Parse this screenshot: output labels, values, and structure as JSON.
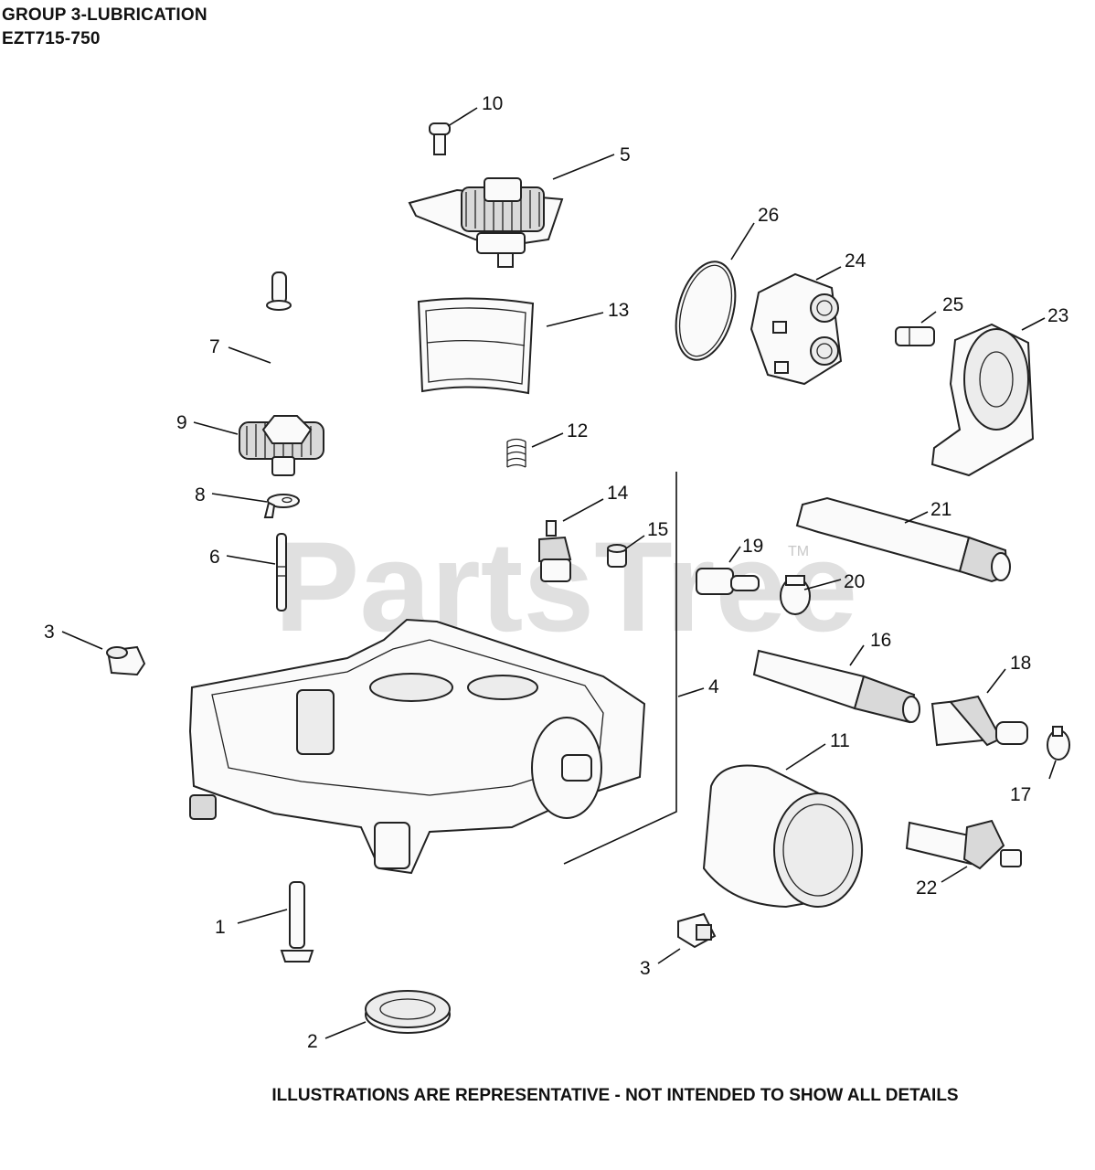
{
  "header": {
    "title": "GROUP 3-LUBRICATION",
    "model": "EZT715-750"
  },
  "footer": {
    "disclaimer": "ILLUSTRATIONS ARE REPRESENTATIVE - NOT INTENDED TO SHOW ALL DETAILS"
  },
  "watermark": {
    "brand": "PartsTree",
    "mark": "TM"
  },
  "callouts": {
    "c1": "1",
    "c2": "2",
    "c3a": "3",
    "c3b": "3",
    "c4": "4",
    "c5": "5",
    "c6": "6",
    "c7": "7",
    "c8": "8",
    "c9": "9",
    "c10": "10",
    "c11": "11",
    "c12": "12",
    "c13": "13",
    "c14": "14",
    "c15": "15",
    "c16": "16",
    "c17": "17",
    "c18": "18",
    "c19": "19",
    "c20": "20",
    "c21": "21",
    "c22": "22",
    "c23": "23",
    "c24": "24",
    "c25": "25",
    "c26": "26"
  }
}
